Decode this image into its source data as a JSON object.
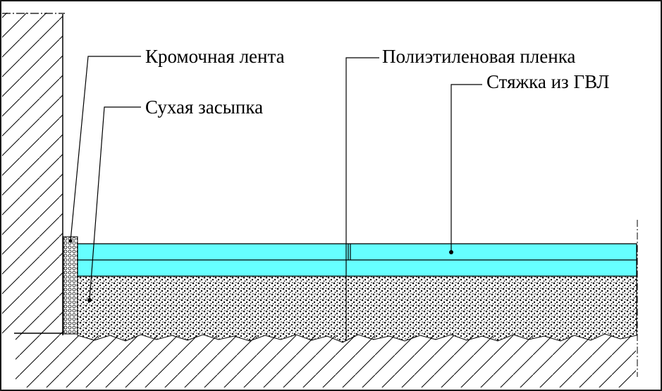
{
  "labels": {
    "edge_tape": "Кромочная лента",
    "polyethylene_film": "Полиэтиленовая пленка",
    "gvl_screed": "Стяжка из ГВЛ",
    "dry_backfill": "Сухая засыпка"
  },
  "colors": {
    "background": "#ffffff",
    "screed_fill": "#66ffff",
    "line": "#000000",
    "frame": "#1a1a1a"
  }
}
